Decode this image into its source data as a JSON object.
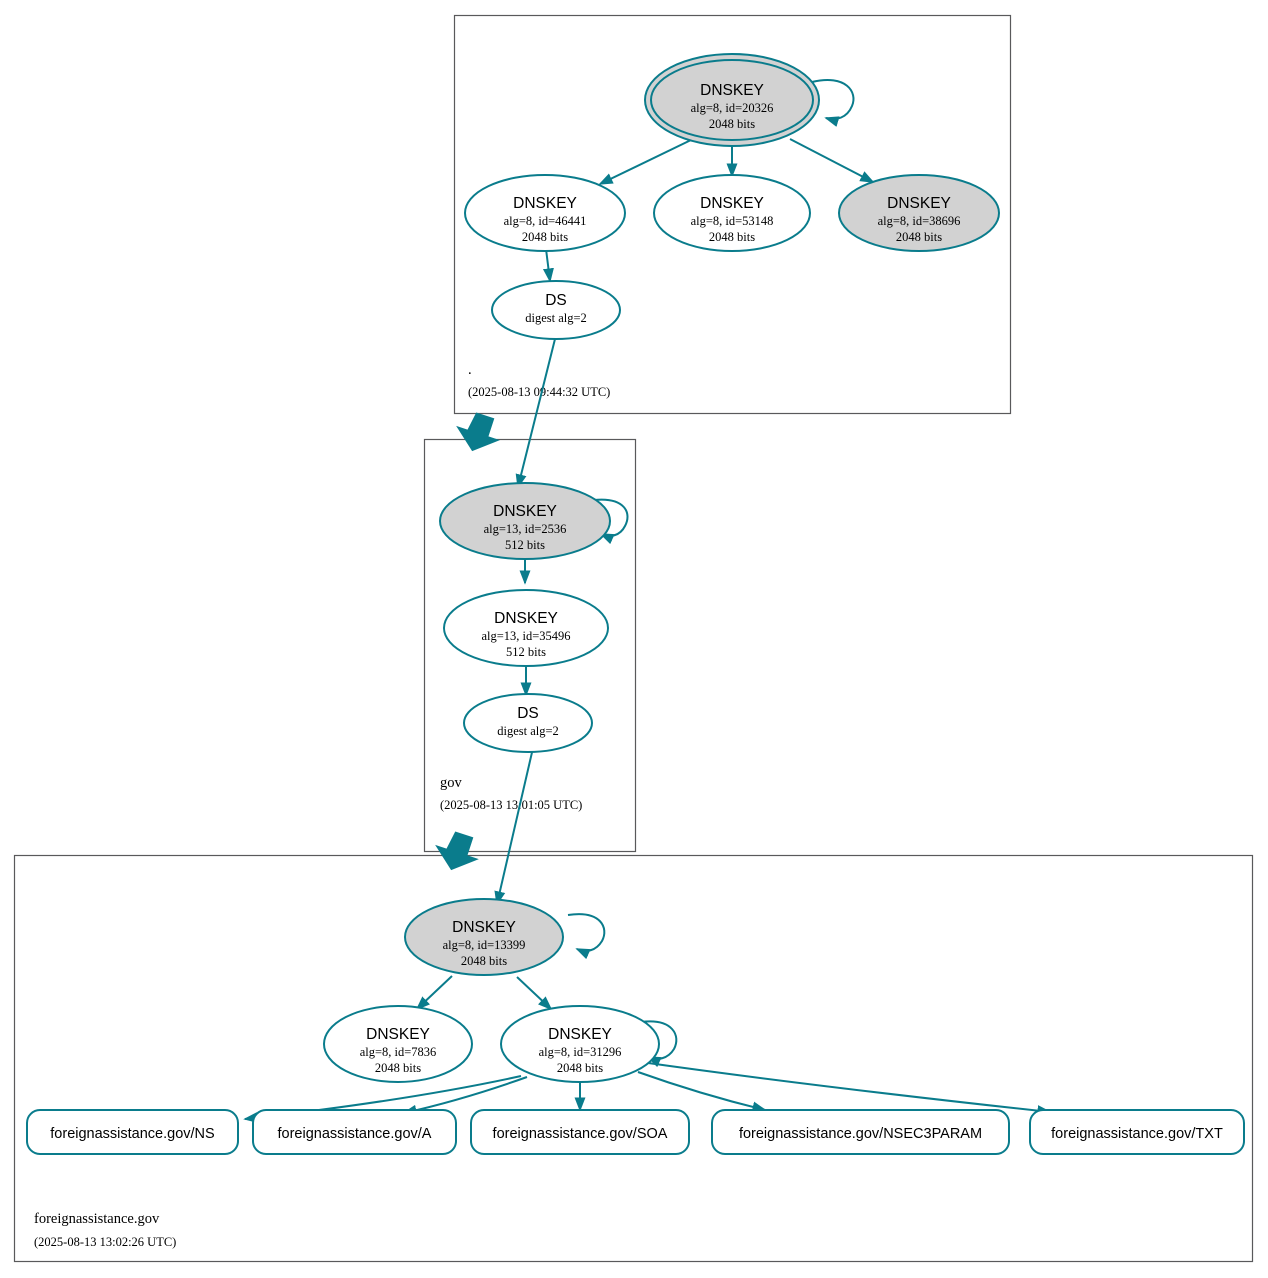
{
  "diagram": {
    "type": "dnssec-authentication-chain",
    "colors": {
      "edge": "#0a7c8c",
      "node_border": "#0a7c8c",
      "zone_border": "#59595b",
      "secure_key_fill": "#d2d2d2",
      "default_fill": "#ffffff"
    }
  },
  "zones": [
    {
      "id": "root",
      "label": ".",
      "timestamp": "(2025-08-13 09:44:32 UTC)",
      "nodes": [
        {
          "id": "ksk-20326",
          "kind": "DNSKEY",
          "title": "DNSKEY",
          "line2": "alg=8, id=20326",
          "line3": "2048 bits",
          "alg": 8,
          "key_id": 20326,
          "bits": "2048 bits",
          "fill": "gray",
          "peripheries": 2,
          "self_sign": true
        },
        {
          "id": "zsk-46441",
          "kind": "DNSKEY",
          "title": "DNSKEY",
          "line2": "alg=8, id=46441",
          "line3": "2048 bits",
          "alg": 8,
          "key_id": 46441,
          "bits": "2048 bits",
          "fill": "white",
          "peripheries": 1,
          "self_sign": false
        },
        {
          "id": "zsk-53148",
          "kind": "DNSKEY",
          "title": "DNSKEY",
          "line2": "alg=8, id=53148",
          "line3": "2048 bits",
          "alg": 8,
          "key_id": 53148,
          "bits": "2048 bits",
          "fill": "white",
          "peripheries": 1,
          "self_sign": false
        },
        {
          "id": "zsk-38696",
          "kind": "DNSKEY",
          "title": "DNSKEY",
          "line2": "alg=8, id=38696",
          "line3": "2048 bits",
          "alg": 8,
          "key_id": 38696,
          "bits": "2048 bits",
          "fill": "gray",
          "peripheries": 1,
          "self_sign": false
        },
        {
          "id": "ds-root",
          "kind": "DS",
          "title": "DS",
          "line2": "digest alg=2",
          "line3": "",
          "digest_alg": 2,
          "fill": "white",
          "peripheries": 1,
          "self_sign": false
        }
      ]
    },
    {
      "id": "gov",
      "label": "gov",
      "timestamp": "(2025-08-13 13:01:05 UTC)",
      "nodes": [
        {
          "id": "ksk-2536",
          "kind": "DNSKEY",
          "title": "DNSKEY",
          "line2": "alg=13, id=2536",
          "line3": "512 bits",
          "alg": 13,
          "key_id": 2536,
          "bits": "512 bits",
          "fill": "gray",
          "peripheries": 1,
          "self_sign": true
        },
        {
          "id": "zsk-35496",
          "kind": "DNSKEY",
          "title": "DNSKEY",
          "line2": "alg=13, id=35496",
          "line3": "512 bits",
          "alg": 13,
          "key_id": 35496,
          "bits": "512 bits",
          "fill": "white",
          "peripheries": 1,
          "self_sign": false
        },
        {
          "id": "ds-gov",
          "kind": "DS",
          "title": "DS",
          "line2": "digest alg=2",
          "line3": "",
          "digest_alg": 2,
          "fill": "white",
          "peripheries": 1,
          "self_sign": false
        }
      ]
    },
    {
      "id": "foreignassistance",
      "label": "foreignassistance.gov",
      "timestamp": "(2025-08-13 13:02:26 UTC)",
      "nodes": [
        {
          "id": "ksk-13399",
          "kind": "DNSKEY",
          "title": "DNSKEY",
          "line2": "alg=8, id=13399",
          "line3": "2048 bits",
          "alg": 8,
          "key_id": 13399,
          "bits": "2048 bits",
          "fill": "gray",
          "peripheries": 1,
          "self_sign": true
        },
        {
          "id": "zsk-7836",
          "kind": "DNSKEY",
          "title": "DNSKEY",
          "line2": "alg=8, id=7836",
          "line3": "2048 bits",
          "alg": 8,
          "key_id": 7836,
          "bits": "2048 bits",
          "fill": "white",
          "peripheries": 1,
          "self_sign": false
        },
        {
          "id": "zsk-31296",
          "kind": "DNSKEY",
          "title": "DNSKEY",
          "line2": "alg=8, id=31296",
          "line3": "2048 bits",
          "alg": 8,
          "key_id": 31296,
          "bits": "2048 bits",
          "fill": "white",
          "peripheries": 1,
          "self_sign": true
        }
      ],
      "rrsets": [
        {
          "id": "rr-ns",
          "label": "foreignassistance.gov/NS"
        },
        {
          "id": "rr-a",
          "label": "foreignassistance.gov/A"
        },
        {
          "id": "rr-soa",
          "label": "foreignassistance.gov/SOA"
        },
        {
          "id": "rr-nsec3param",
          "label": "foreignassistance.gov/NSEC3PARAM"
        },
        {
          "id": "rr-txt",
          "label": "foreignassistance.gov/TXT"
        }
      ]
    }
  ],
  "edges": [
    {
      "from": "ksk-20326",
      "to": "ksk-20326",
      "type": "self"
    },
    {
      "from": "ksk-20326",
      "to": "zsk-46441",
      "type": "sign"
    },
    {
      "from": "ksk-20326",
      "to": "zsk-53148",
      "type": "sign"
    },
    {
      "from": "ksk-20326",
      "to": "zsk-38696",
      "type": "sign"
    },
    {
      "from": "zsk-46441",
      "to": "ds-root",
      "type": "sign"
    },
    {
      "from": "ds-root",
      "to": "ksk-2536",
      "type": "delegation"
    },
    {
      "from": "ksk-2536",
      "to": "ksk-2536",
      "type": "self"
    },
    {
      "from": "ksk-2536",
      "to": "zsk-35496",
      "type": "sign"
    },
    {
      "from": "zsk-35496",
      "to": "ds-gov",
      "type": "sign"
    },
    {
      "from": "ds-gov",
      "to": "ksk-13399",
      "type": "delegation"
    },
    {
      "from": "ksk-13399",
      "to": "ksk-13399",
      "type": "self"
    },
    {
      "from": "ksk-13399",
      "to": "zsk-7836",
      "type": "sign"
    },
    {
      "from": "ksk-13399",
      "to": "zsk-31296",
      "type": "sign"
    },
    {
      "from": "zsk-31296",
      "to": "zsk-31296",
      "type": "self"
    },
    {
      "from": "zsk-31296",
      "to": "rr-ns",
      "type": "sign"
    },
    {
      "from": "zsk-31296",
      "to": "rr-a",
      "type": "sign"
    },
    {
      "from": "zsk-31296",
      "to": "rr-soa",
      "type": "sign"
    },
    {
      "from": "zsk-31296",
      "to": "rr-nsec3param",
      "type": "sign"
    },
    {
      "from": "zsk-31296",
      "to": "rr-txt",
      "type": "sign"
    }
  ]
}
